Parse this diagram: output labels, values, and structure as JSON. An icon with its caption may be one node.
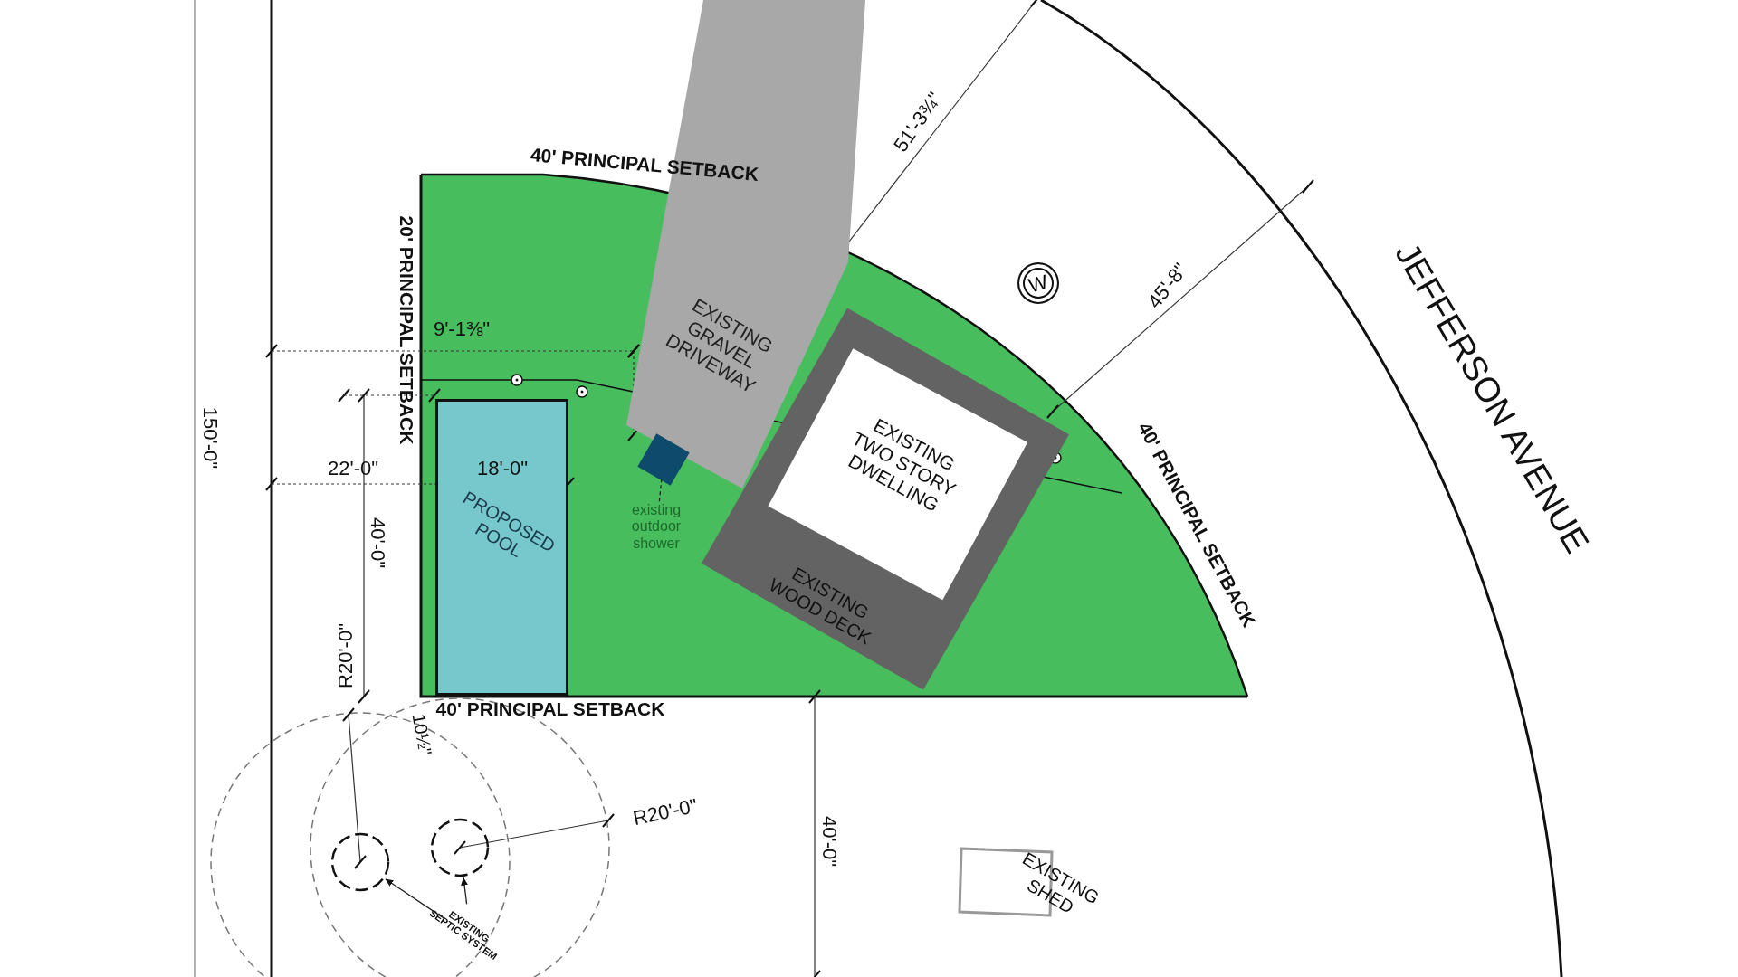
{
  "diagram": {
    "nodes": [
      {
        "text": [
          "W"
        ]
      },
      {
        "text": [
          "EXISTING GRAVEL DRIVEWAY"
        ]
      },
      {
        "text": [
          "EXISTING WOOD DECK"
        ]
      },
      {
        "text": [
          "EXISTING TWO STORY DWELLING"
        ],
        "in": 2
      },
      {
        "text": [
          "PROPOSED POOL"
        ]
      },
      {
        "text": [],
        "shape": "box"
      },
      {
        "text": [
          "existing outdoor shower"
        ]
      },
      {
        "text": [
          "EXISTING SHED"
        ]
      },
      {
        "text": [],
        "shape": "circle"
      },
      {
        "text": [],
        "shape": "circle"
      },
      {
        "text": [
          "EXISTING SEPTIC SYSTEM"
        ]
      }
    ],
    "edges": [
      {
        "from": 6,
        "to": 5,
        "arrow": "none",
        "style": "dashed"
      },
      {
        "from": 10,
        "to": 8,
        "arrow": "to"
      },
      {
        "from": 10,
        "to": 9,
        "arrow": "to"
      }
    ],
    "labels": [
      "51'-3¾\"",
      "40' PRINCIPAL SETBACK",
      "20' PRINCIPAL SETBACK",
      "45'-8\"",
      "JEFFERSON AVENUE",
      "9'-1⅜\"",
      "150'-0\"",
      "22'-0\"",
      "18'-0\"",
      "40' PRINCIPAL SETBACK",
      "40'-0\"",
      "R20'-0\"",
      "40' PRINCIPAL SETBACK",
      "10½\"",
      "R20'-0\"",
      "40'-0\""
    ]
  }
}
